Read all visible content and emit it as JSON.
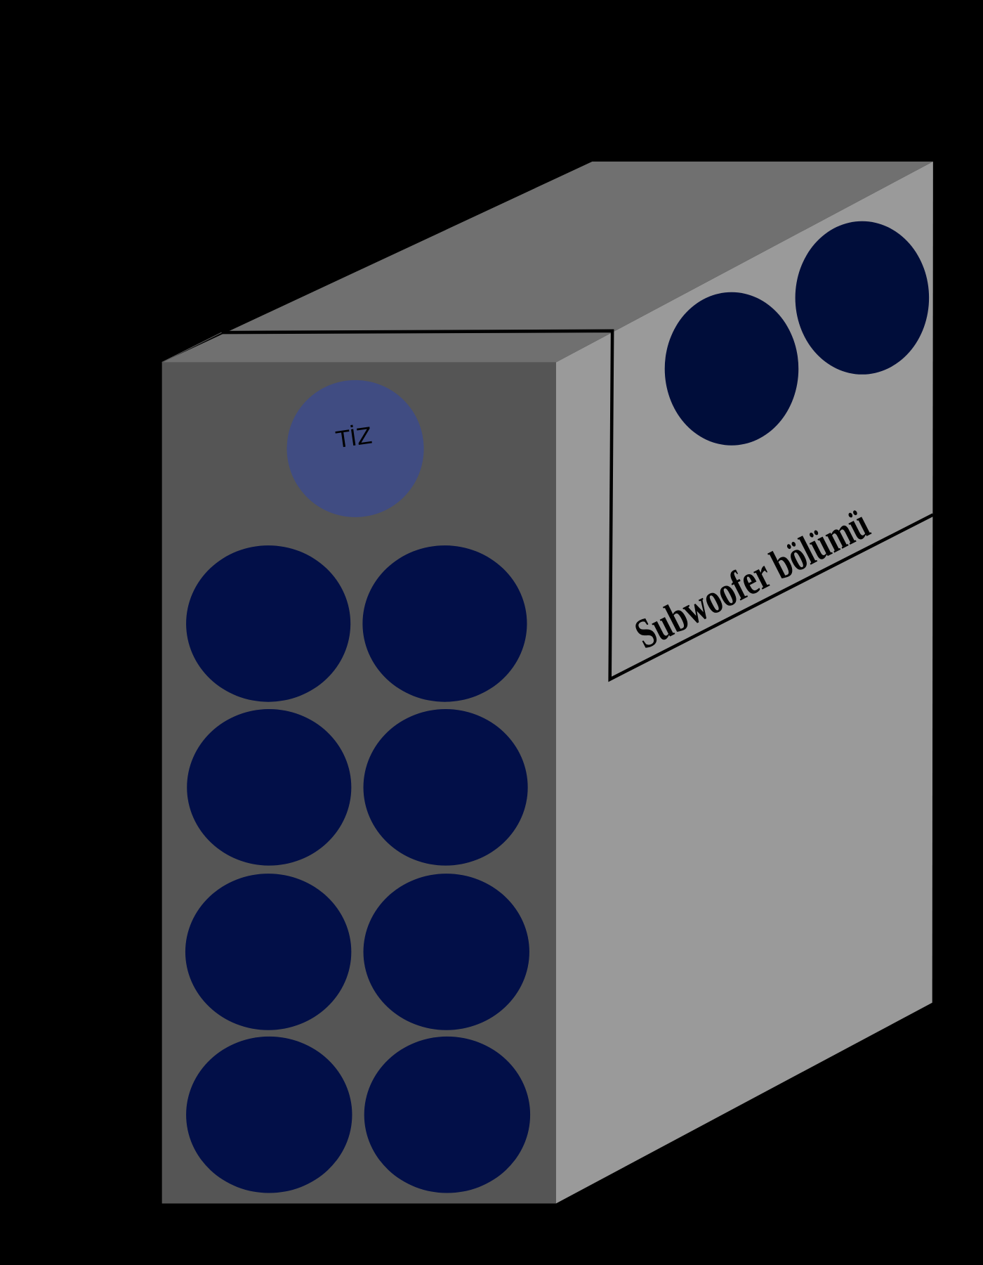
{
  "labels": {
    "tweeter": "TİZ",
    "subwoofer_section": "Subwoofer bölümü"
  },
  "colors": {
    "background": "#000000",
    "top_face": "#707070",
    "front_face": "#555555",
    "side_face": "#9a9a9a",
    "woofer": "#020f48",
    "subwoofer": "#000d3a",
    "tweeter": "#404c82"
  },
  "counts": {
    "front_woofers": 8,
    "subwoofers": 2,
    "tweeters": 1
  }
}
